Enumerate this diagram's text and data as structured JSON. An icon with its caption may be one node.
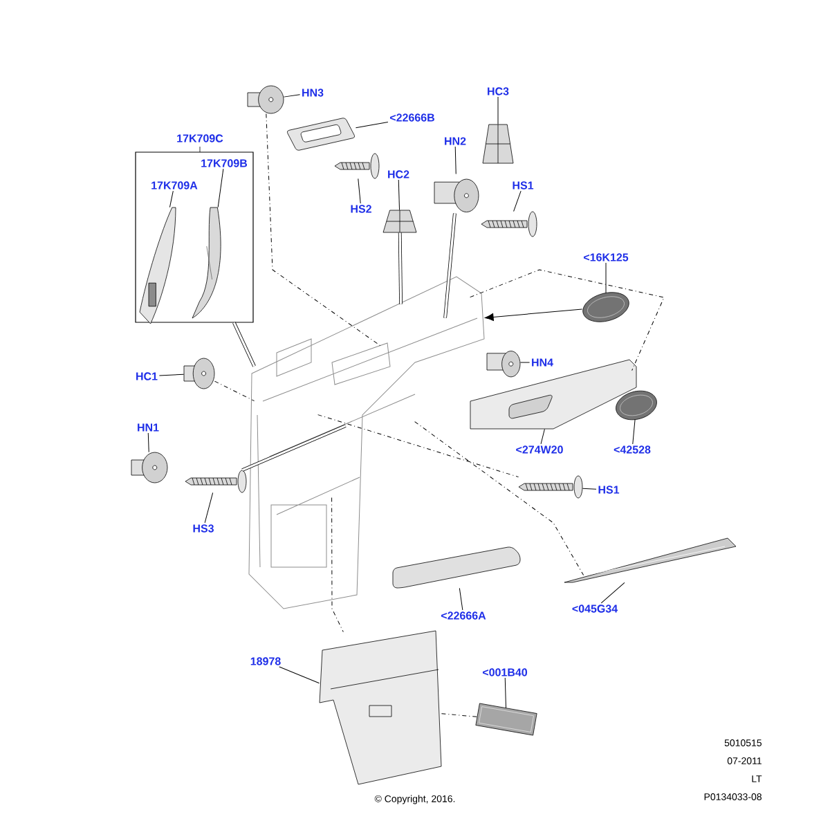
{
  "diagram": {
    "nodes": [
      {
        "text": [
          "HN3"
        ]
      },
      {
        "text": [],
        "shape": "picture"
      },
      {
        "text": [
          "<22666B"
        ]
      },
      {
        "text": [],
        "shape": "picture"
      },
      {
        "text": [
          "HC3"
        ]
      },
      {
        "text": [],
        "shape": "picture"
      },
      {
        "text": [
          "HN2"
        ]
      },
      {
        "text": [],
        "shape": "picture"
      },
      {
        "text": [
          "HS2"
        ]
      },
      {
        "text": [],
        "shape": "picture"
      },
      {
        "text": [
          "HC2"
        ]
      },
      {
        "text": [],
        "shape": "picture"
      },
      {
        "text": [
          "HS1"
        ]
      },
      {
        "text": [],
        "shape": "picture"
      },
      {
        "text": [
          "17K709C"
        ]
      },
      {
        "text": [
          "17K709B"
        ],
        "in": 14
      },
      {
        "text": [],
        "shape": "picture",
        "in": 14
      },
      {
        "text": [
          "17K709A"
        ],
        "in": 14
      },
      {
        "text": [],
        "shape": "picture",
        "in": 14
      },
      {
        "text": [
          "<16K125"
        ]
      },
      {
        "text": [],
        "shape": "picture"
      },
      {
        "text": [
          "HC1"
        ]
      },
      {
        "text": [],
        "shape": "picture"
      },
      {
        "text": [
          "HN4"
        ]
      },
      {
        "text": [],
        "shape": "picture"
      },
      {
        "text": [
          "HN1"
        ]
      },
      {
        "text": [],
        "shape": "picture"
      },
      {
        "text": [
          "<274W20"
        ]
      },
      {
        "text": [],
        "shape": "picture"
      },
      {
        "text": [
          "<42528"
        ]
      },
      {
        "text": [],
        "shape": "picture"
      },
      {
        "text": [
          "HS1"
        ]
      },
      {
        "text": [],
        "shape": "picture"
      },
      {
        "text": [
          "HS3"
        ]
      },
      {
        "text": [],
        "shape": "picture"
      },
      {
        "text": [
          "<22666A"
        ]
      },
      {
        "text": [],
        "shape": "picture"
      },
      {
        "text": [
          "<045G34"
        ]
      },
      {
        "text": [],
        "shape": "picture"
      },
      {
        "text": [
          "18978"
        ]
      },
      {
        "text": [],
        "shape": "picture"
      },
      {
        "text": [
          "<001B40"
        ]
      },
      {
        "text": [],
        "shape": "picture"
      },
      {
        "text": [],
        "shape": "picture"
      }
    ],
    "edges": [
      {
        "from": 0,
        "to": 1,
        "arrow": "none"
      },
      {
        "from": 2,
        "to": 3,
        "arrow": "none"
      },
      {
        "from": 4,
        "to": 5,
        "arrow": "none"
      },
      {
        "from": 6,
        "to": 7,
        "arrow": "none"
      },
      {
        "from": 8,
        "to": 9,
        "arrow": "none"
      },
      {
        "from": 10,
        "to": 11,
        "arrow": "none"
      },
      {
        "from": 12,
        "to": 13,
        "arrow": "none"
      },
      {
        "from": 15,
        "to": 18,
        "arrow": "none"
      },
      {
        "from": 17,
        "to": 16,
        "arrow": "none"
      },
      {
        "from": 19,
        "to": 20,
        "arrow": "none"
      },
      {
        "from": 21,
        "to": 22,
        "arrow": "none"
      },
      {
        "from": 23,
        "to": 24,
        "arrow": "none"
      },
      {
        "from": 25,
        "to": 26,
        "arrow": "none"
      },
      {
        "from": 27,
        "to": 28,
        "arrow": "none"
      },
      {
        "from": 29,
        "to": 30,
        "arrow": "none"
      },
      {
        "from": 31,
        "to": 32,
        "arrow": "none"
      },
      {
        "from": 33,
        "to": 34,
        "arrow": "none"
      },
      {
        "from": 35,
        "to": 36,
        "arrow": "none"
      },
      {
        "from": 37,
        "to": 38,
        "arrow": "none"
      },
      {
        "from": 39,
        "to": 40,
        "arrow": "none"
      },
      {
        "from": 41,
        "to": 42,
        "arrow": "none"
      },
      {
        "from": 1,
        "to": 43,
        "arrow": "none",
        "style": "dashed"
      },
      {
        "from": 7,
        "to": 43,
        "arrow": "none",
        "style": "thick"
      },
      {
        "from": 22,
        "to": 43,
        "arrow": "none",
        "style": "dashed"
      },
      {
        "from": 43,
        "to": 28,
        "arrow": "none",
        "style": "dashed"
      },
      {
        "from": 43,
        "to": 32,
        "arrow": "none",
        "style": "dashed"
      },
      {
        "from": 43,
        "to": 38,
        "arrow": "none",
        "style": "dashed"
      },
      {
        "from": 43,
        "to": 40,
        "arrow": "none",
        "style": "dashed"
      },
      {
        "from": 40,
        "to": 42,
        "arrow": "none",
        "style": "dashed"
      },
      {
        "from": 20,
        "to": 43,
        "arrow": "to"
      },
      {
        "from": 11,
        "to": 43,
        "arrow": "none",
        "style": "thick"
      },
      {
        "from": 14,
        "to": 43,
        "arrow": "none",
        "style": "thick"
      },
      {
        "from": 34,
        "to": 43,
        "arrow": "none",
        "style": "thick"
      }
    ],
    "labels": [
      "5010515",
      "07-2011",
      "LT",
      "P0134033-08",
      "© Copyright, 2016."
    ]
  }
}
